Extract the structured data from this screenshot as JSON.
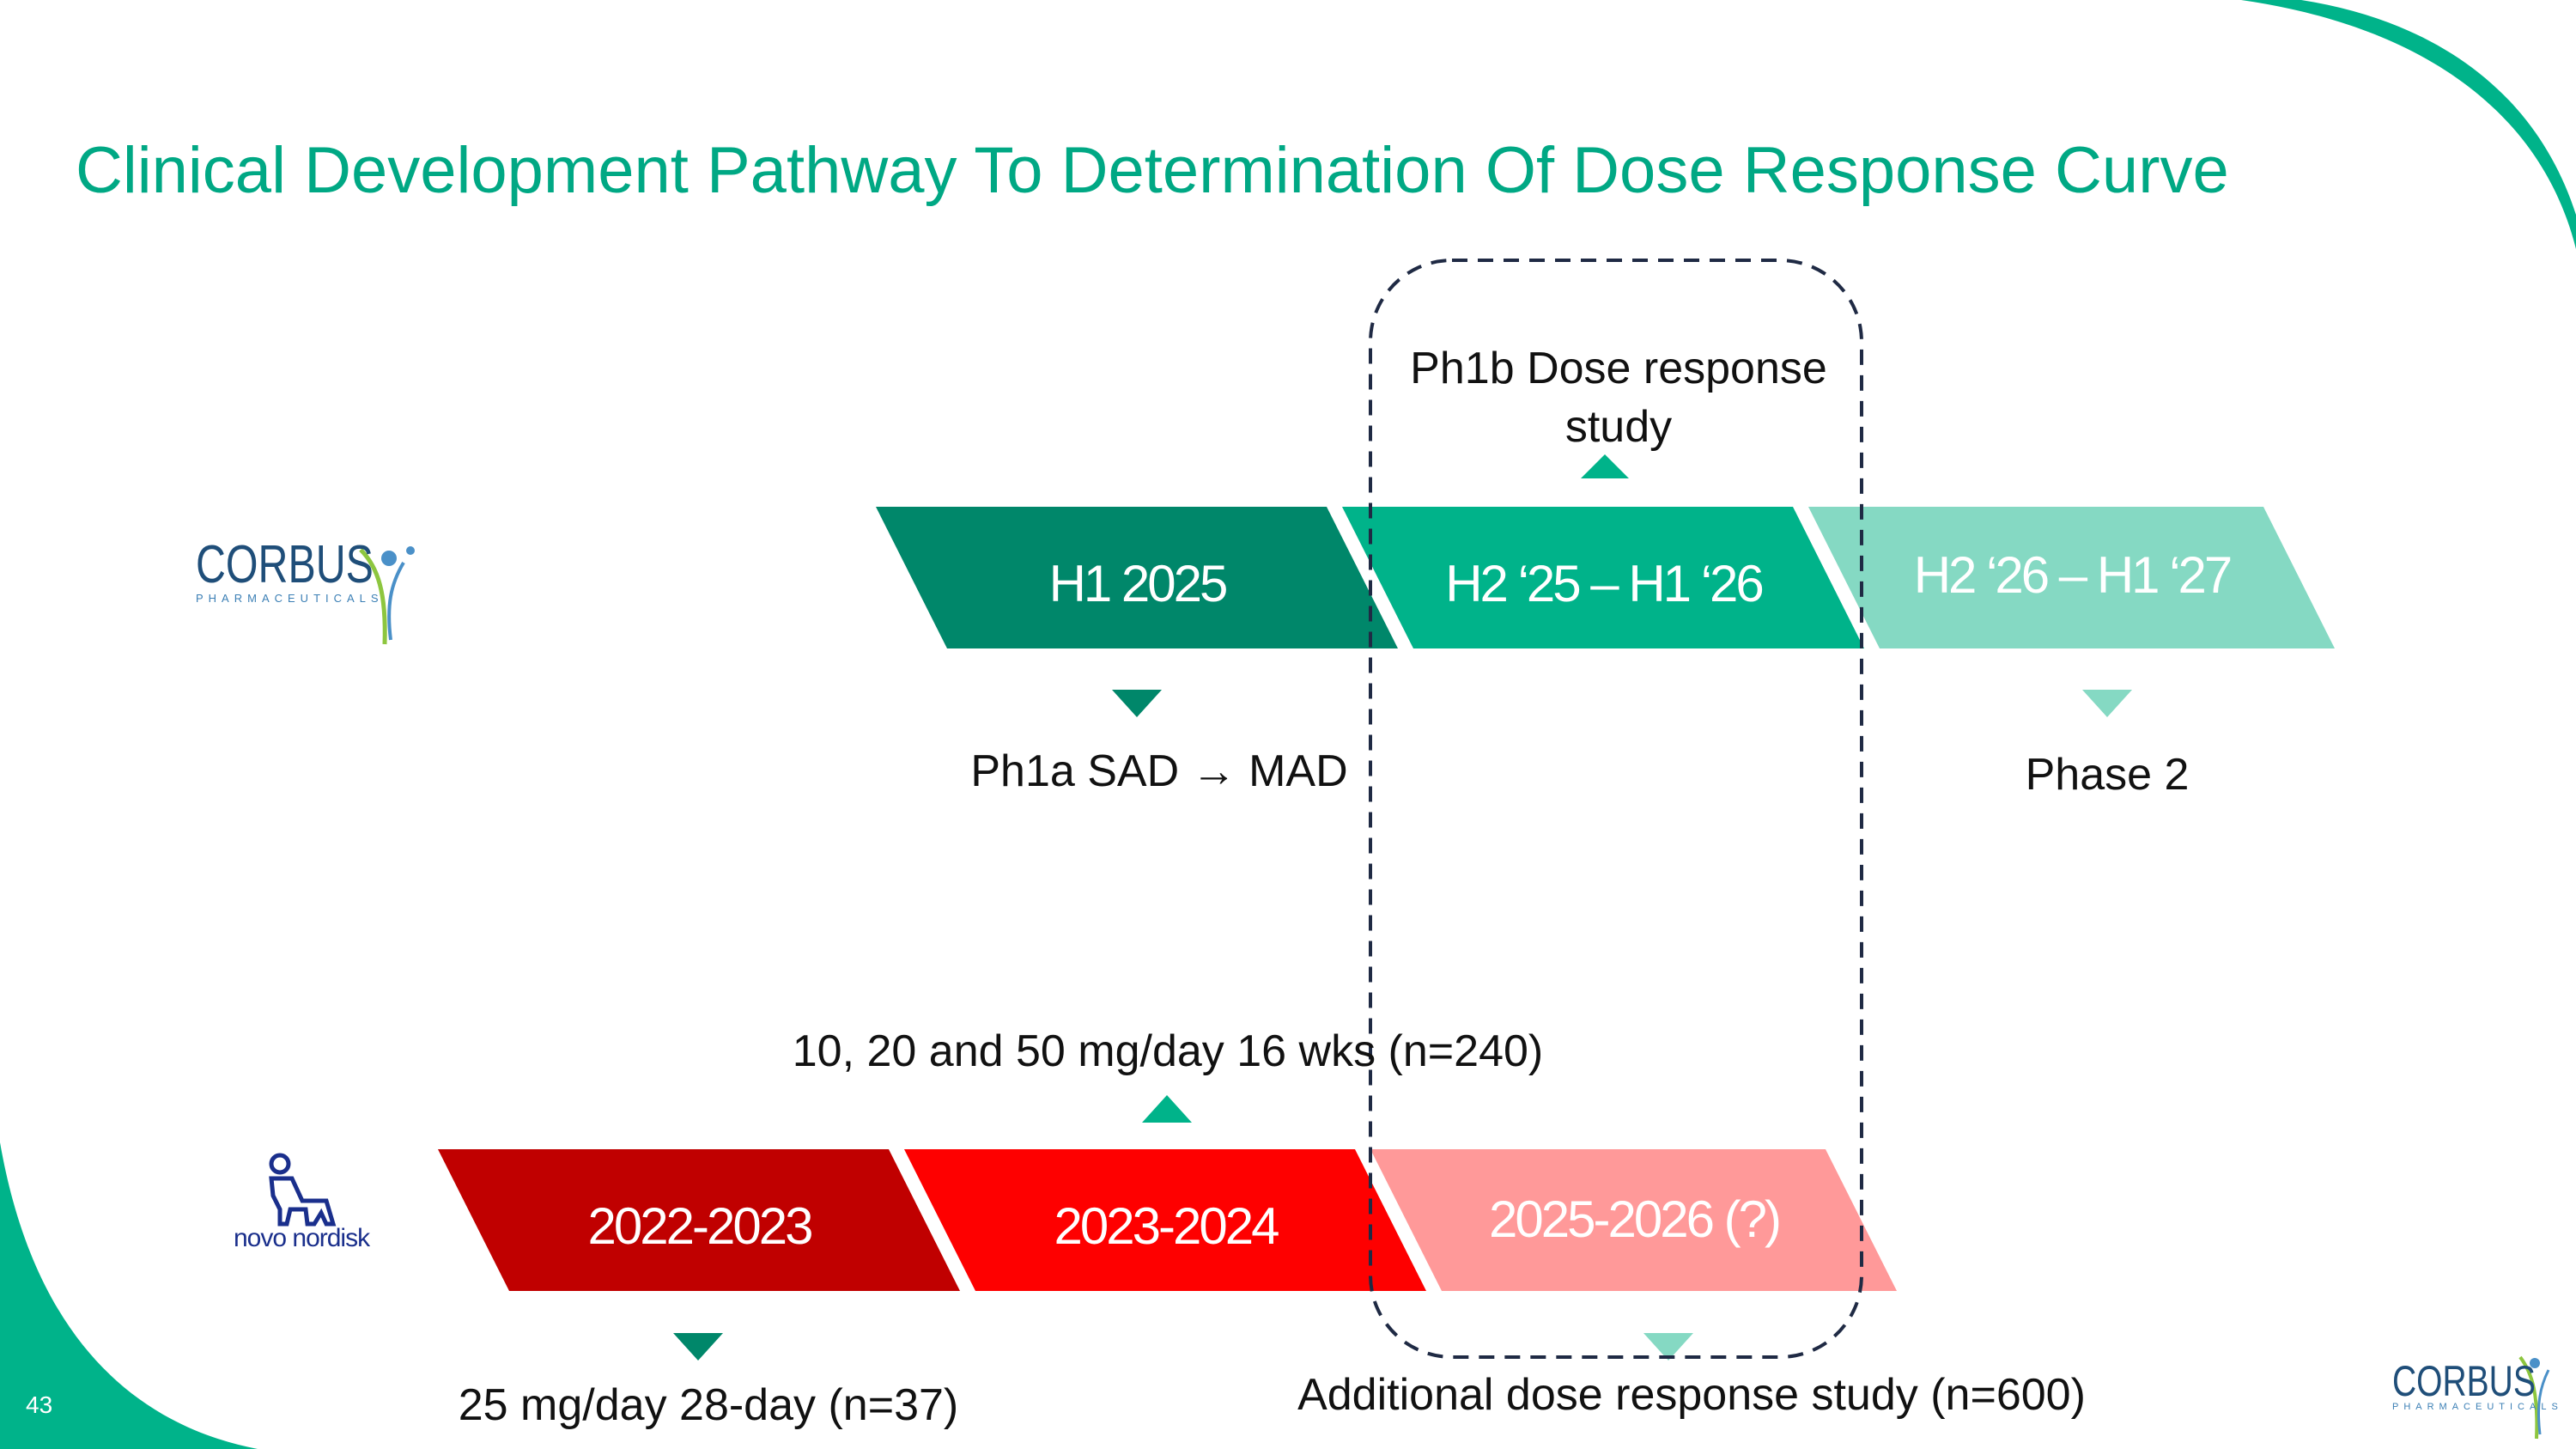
{
  "title": "Clinical Development Pathway To Determination Of Dose Response Curve",
  "page_number": "43",
  "colors": {
    "title": "#00a884",
    "corbus_h1": "#00876a",
    "corbus_h2": "#00b38a",
    "corbus_h3": "#85d9c3",
    "novo_1": "#c00000",
    "novo_2": "#fe0000",
    "novo_3": "#ff9999",
    "dashed_box": "#1f2a44"
  },
  "corbus": {
    "logo_text": "CORBUS",
    "logo_sub": "PHARMACEUTICALS",
    "segments": [
      "H1 2025",
      "H2 ‘25 – H1 ‘26",
      "H2 ‘26 – H1 ‘27"
    ],
    "above_label": "Ph1b Dose response study",
    "below_labels": [
      "Ph1a SAD → MAD",
      "Phase 2"
    ]
  },
  "novo": {
    "logo_text": "novo nordisk",
    "segments": [
      "2022-2023",
      "2023-2024",
      "2025-2026 (?)"
    ],
    "above_label": "10, 20 and 50 mg/day 16 wks (n=240)",
    "below_labels": [
      "25 mg/day 28-day (n=37)",
      "Additional dose response study (n=600)"
    ]
  },
  "footer_logo": {
    "text": "CORBUS",
    "sub": "PHARMACEUTICALS"
  }
}
